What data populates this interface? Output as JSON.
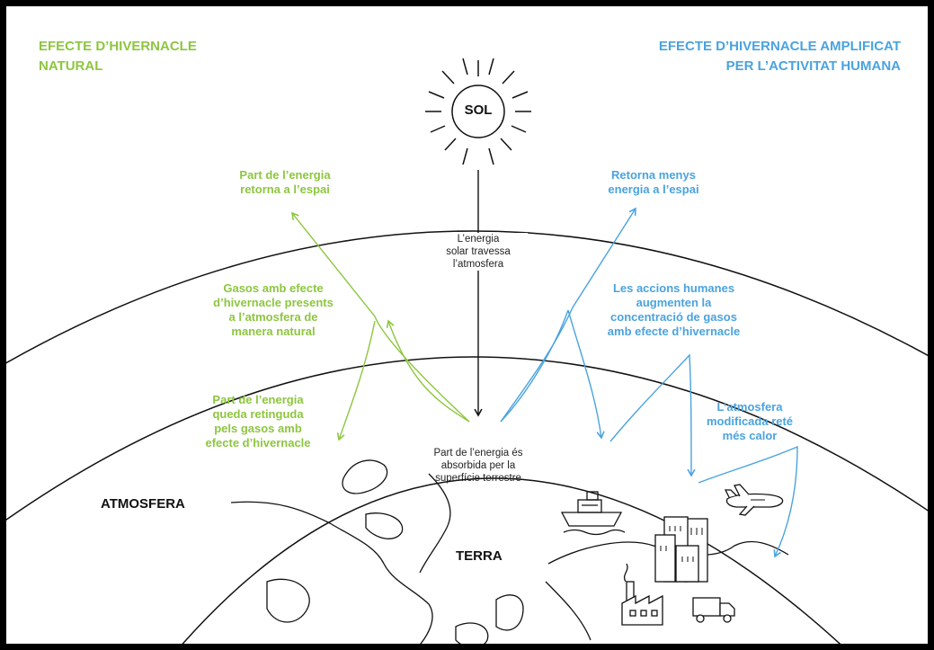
{
  "titles": {
    "natural": [
      "EFECTE D’HIVERNACLE",
      "NATURAL"
    ],
    "amplified": [
      "EFECTE D’HIVERNACLE AMPLIFICAT",
      "PER L’ACTIVITAT HUMANA"
    ]
  },
  "sun": {
    "label": "SOL"
  },
  "left_labels": {
    "energy_returns": [
      "Part de l’energia",
      "retorna a l’espai"
    ],
    "natural_gases": [
      "Gasos amb efecte",
      "d’hivernacle presents",
      "a l’atmosfera de",
      "manera natural"
    ],
    "energy_retained": [
      "Part de l’energia",
      "queda retinguda",
      "pels gasos amb",
      "efecte d’hivernacle"
    ]
  },
  "right_labels": {
    "less_energy": [
      "Retorna menys",
      "energia a l’espai"
    ],
    "human_actions": [
      "Les accions humanes",
      "augmenten la",
      "concentració de gasos",
      "amb efecte d’hivernacle"
    ],
    "modified_atmosphere": [
      "L’atmosfera",
      "modificada reté",
      "més calor"
    ]
  },
  "center_labels": {
    "solar_passes": [
      "L’energia",
      "solar travessa",
      "l’atmosfera"
    ],
    "absorbed": [
      "Part de l’energia és",
      "absorbida per la",
      "superfície terrestre"
    ]
  },
  "regions": {
    "atmosphere": "ATMOSFERA",
    "earth": "TERRA"
  },
  "colors": {
    "natural": "#8dc63f",
    "amplified": "#4aa3df",
    "ink": "#111111"
  },
  "icons": [
    "sun-icon",
    "ship-icon",
    "buildings-icon",
    "factory-icon",
    "truck-icon",
    "airplane-icon"
  ]
}
